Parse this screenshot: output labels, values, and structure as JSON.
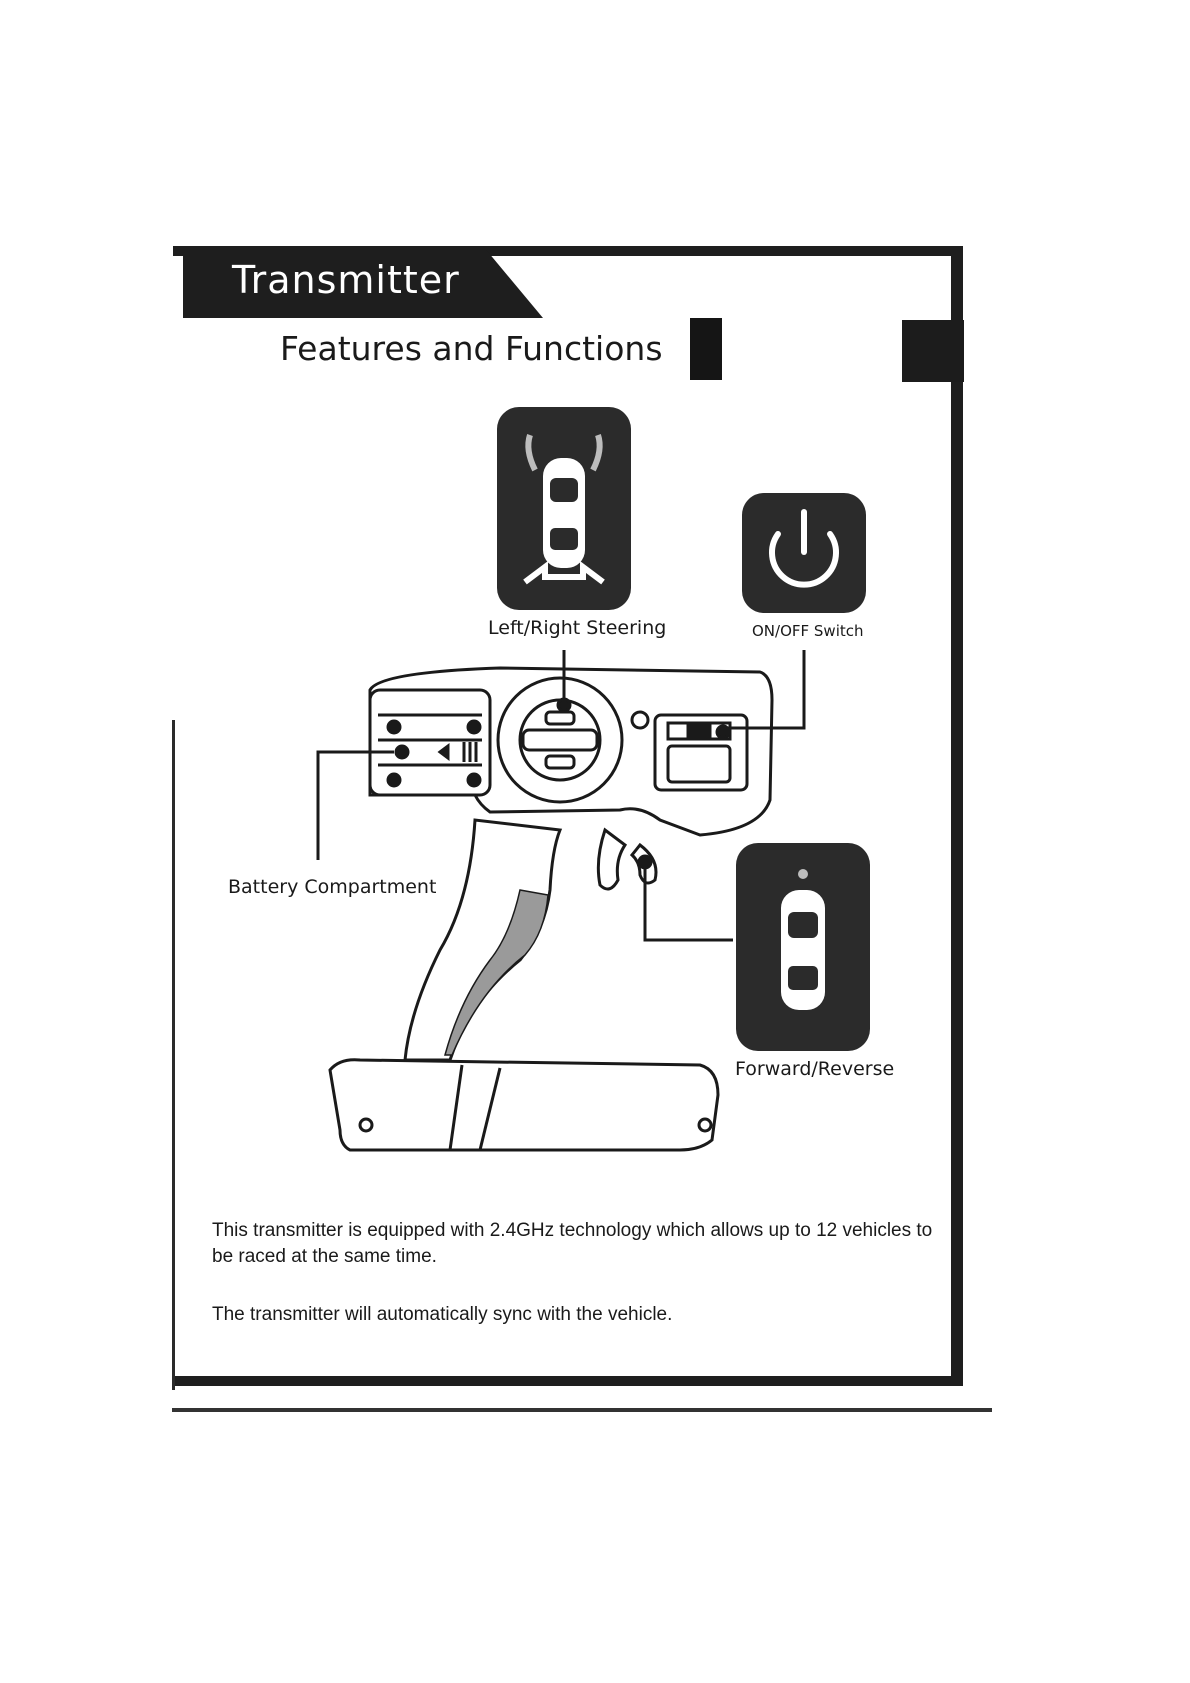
{
  "header": {
    "section_title": "Transmitter",
    "page_title": "Features and Functions"
  },
  "callouts": {
    "steering": "Left/Right Steering",
    "on_off": "ON/OFF Switch",
    "battery": "Battery Compartment",
    "forward_reverse": "Forward/Reverse"
  },
  "body": {
    "paragraph_1": "This transmitter is equipped with 2.4GHz technology which allows up to 12 vehicles to be raced at the same time.",
    "paragraph_2": "The transmitter will automatically sync with the vehicle."
  },
  "colors": {
    "ink": "#1a1a1a",
    "panel": "#2b2b2b",
    "paper": "#ffffff"
  },
  "icons": [
    "steering-car-icon",
    "power-icon",
    "forward-reverse-car-icon",
    "transmitter-illustration"
  ]
}
